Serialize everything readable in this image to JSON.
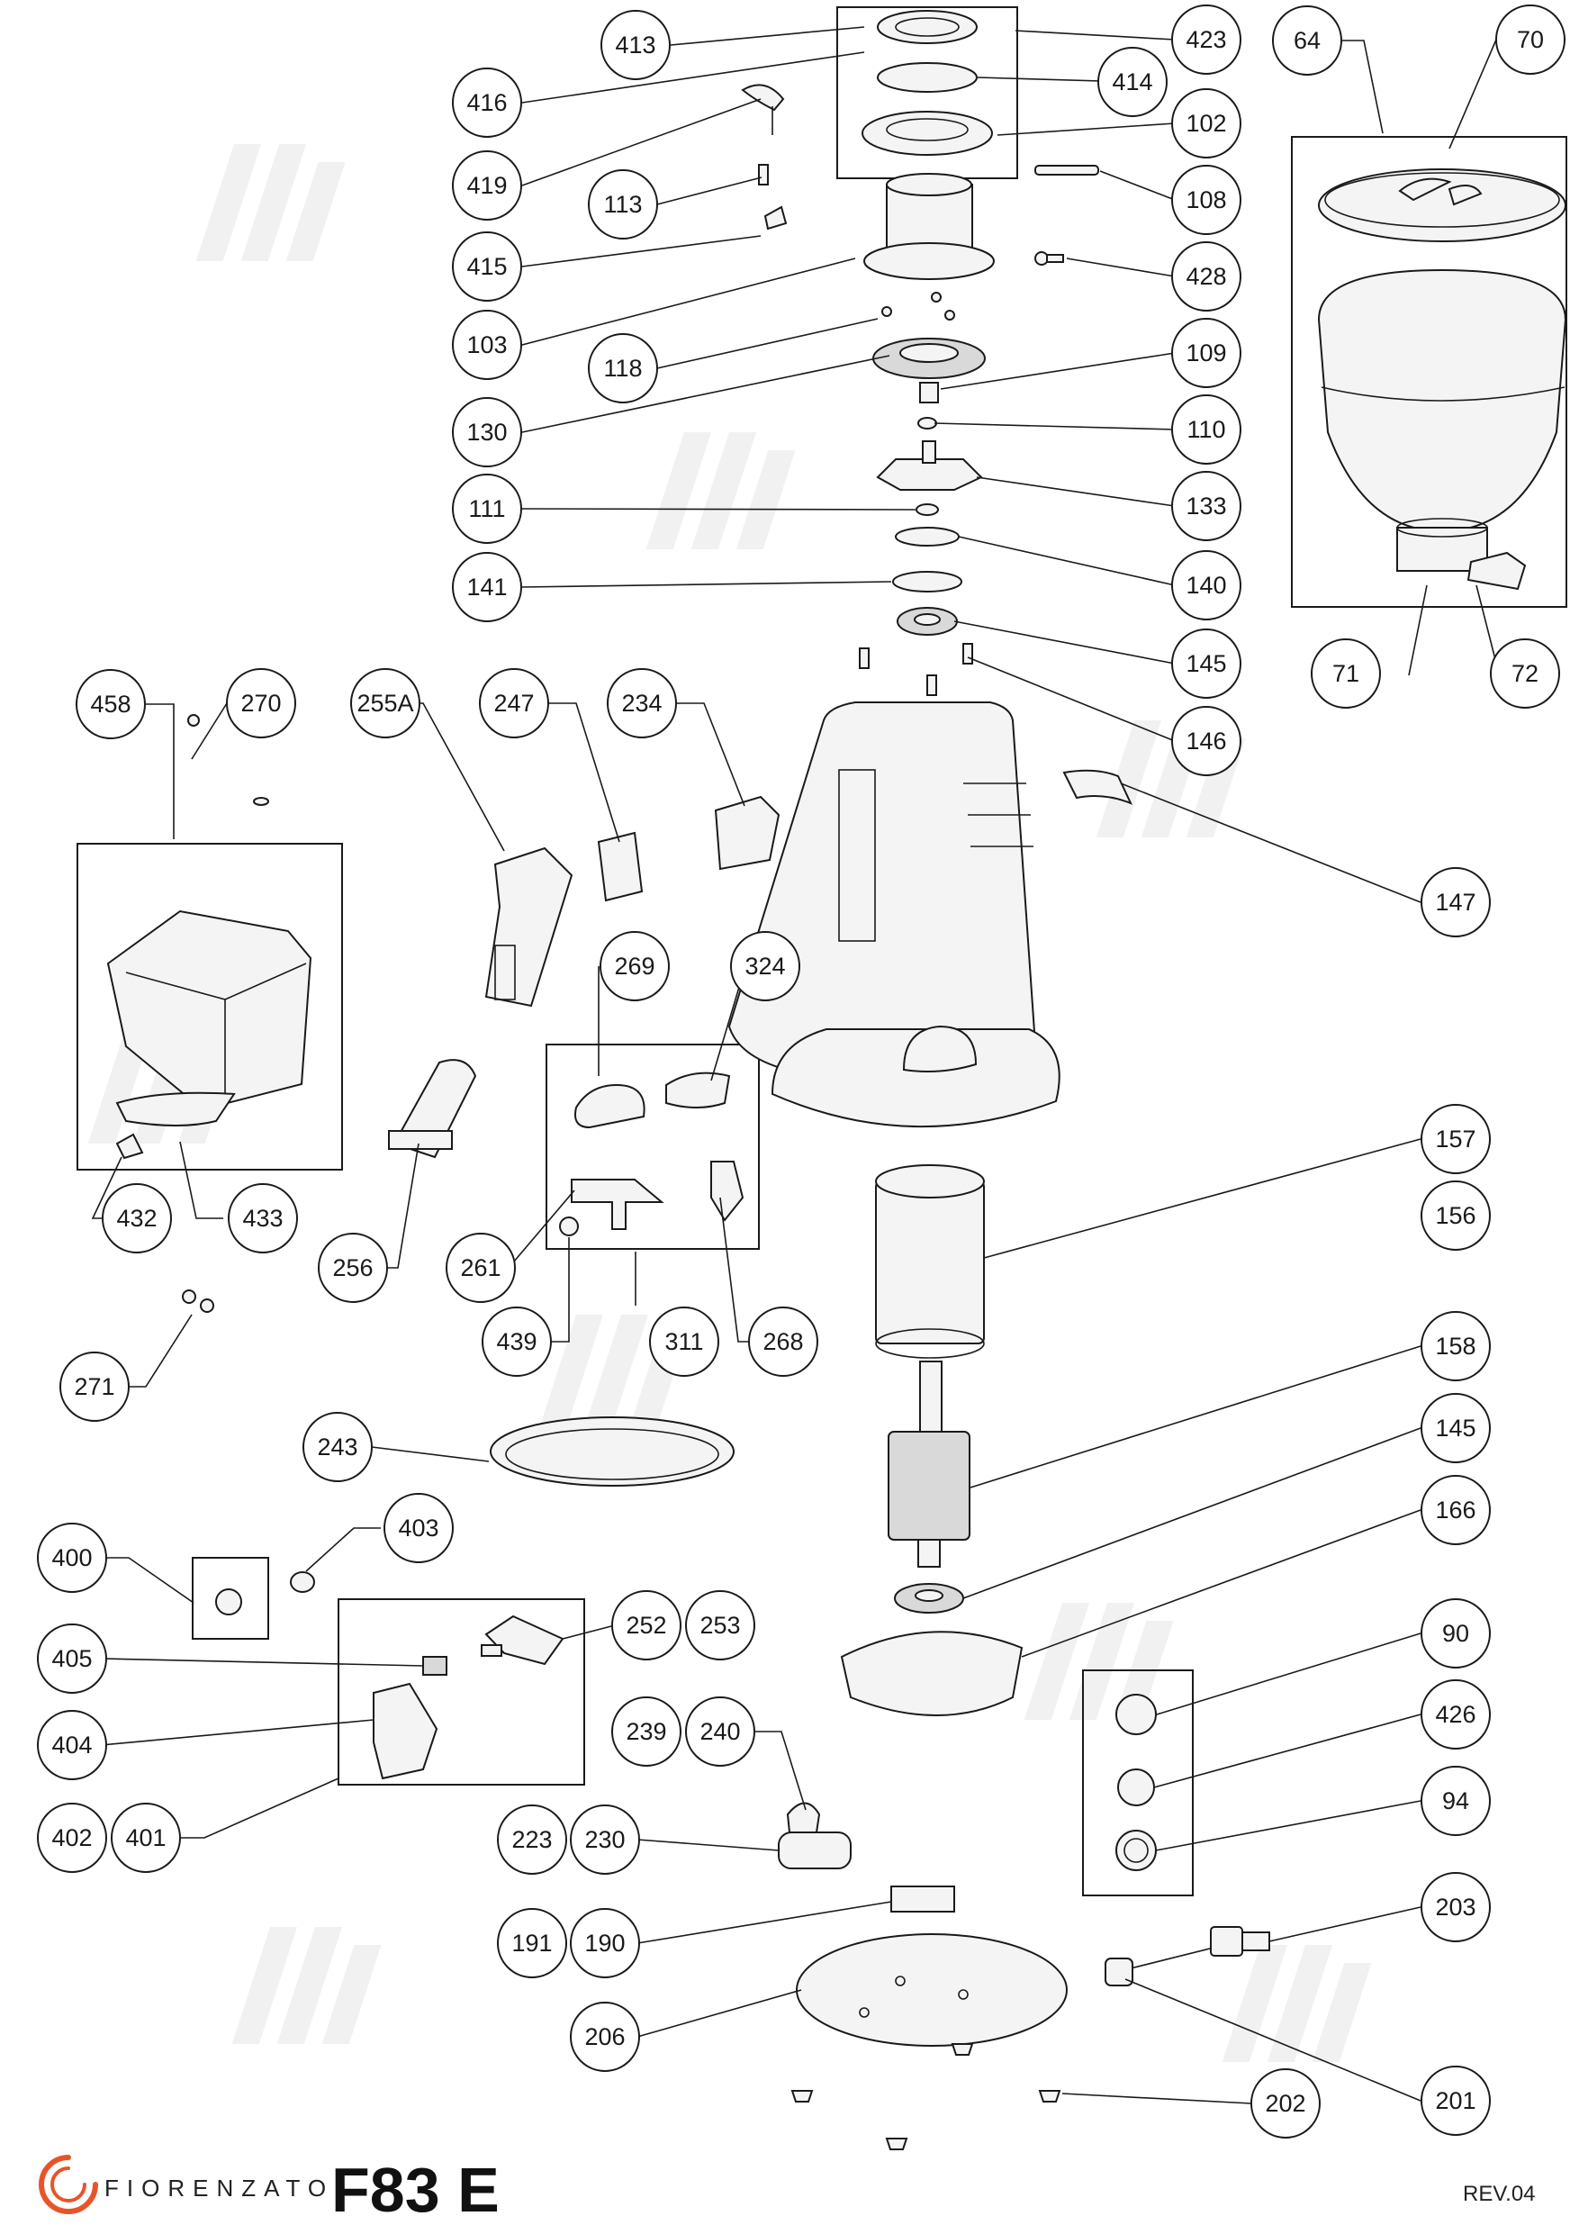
{
  "brand": {
    "name": "FIORENZATO",
    "model": "F83 E",
    "revision": "REV.04",
    "accent": "#e8542a"
  },
  "callouts": [
    "413",
    "423",
    "64",
    "70",
    "416",
    "414",
    "102",
    "419",
    "108",
    "113",
    "415",
    "428",
    "103",
    "109",
    "118",
    "130",
    "110",
    "111",
    "133",
    "140",
    "141",
    "145",
    "146",
    "458",
    "270",
    "255A",
    "247",
    "234",
    "147",
    "269",
    "324",
    "157",
    "156",
    "432",
    "433",
    "256",
    "261",
    "439",
    "311",
    "268",
    "271",
    "158",
    "243",
    "145",
    "400",
    "403",
    "166",
    "405",
    "252",
    "253",
    "90",
    "404",
    "239",
    "240",
    "426",
    "402",
    "401",
    "94",
    "223",
    "230",
    "203",
    "191",
    "190",
    "206",
    "202",
    "201",
    "71",
    "72"
  ]
}
